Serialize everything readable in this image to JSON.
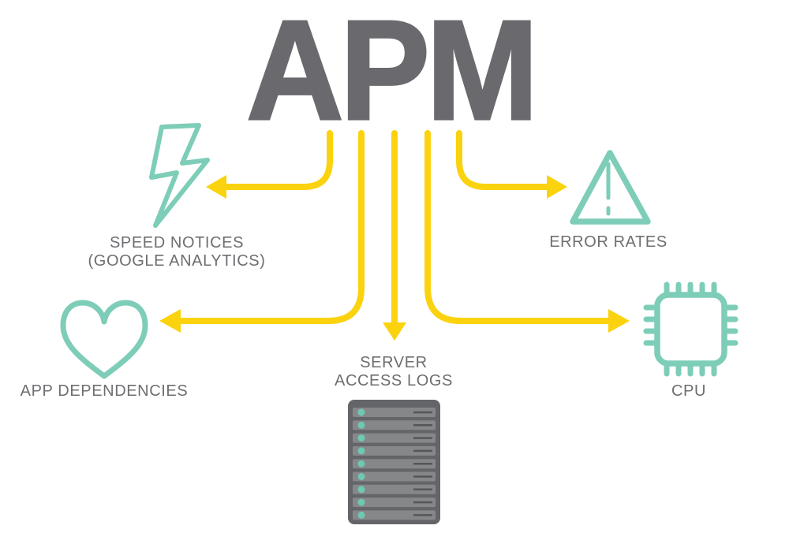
{
  "title": "APM",
  "palette": {
    "arrow_yellow": "#FBD20E",
    "icon_teal": "#7DCDB8",
    "label_gray": "#6D6E71",
    "title_gray": "#6A6A6E",
    "server_frame_gray": "#646569",
    "server_bay_gray": "#868789",
    "server_dot_teal": "#6EC8B3"
  },
  "nodes": {
    "speed_notices": {
      "lines": [
        "SPEED NOTICES",
        "(GOOGLE ANALYTICS)"
      ],
      "icon": "lightning-bolt-icon"
    },
    "error_rates": {
      "lines": [
        "ERROR RATES"
      ],
      "icon": "warning-triangle-icon"
    },
    "app_dependencies": {
      "lines": [
        "APP DEPENDENCIES"
      ],
      "icon": "heart-icon"
    },
    "server_access_logs": {
      "lines": [
        "SERVER",
        "ACCESS LOGS"
      ],
      "icon": "server-rack-icon"
    },
    "cpu": {
      "lines": [
        "CPU"
      ],
      "icon": "cpu-chip-icon"
    }
  }
}
